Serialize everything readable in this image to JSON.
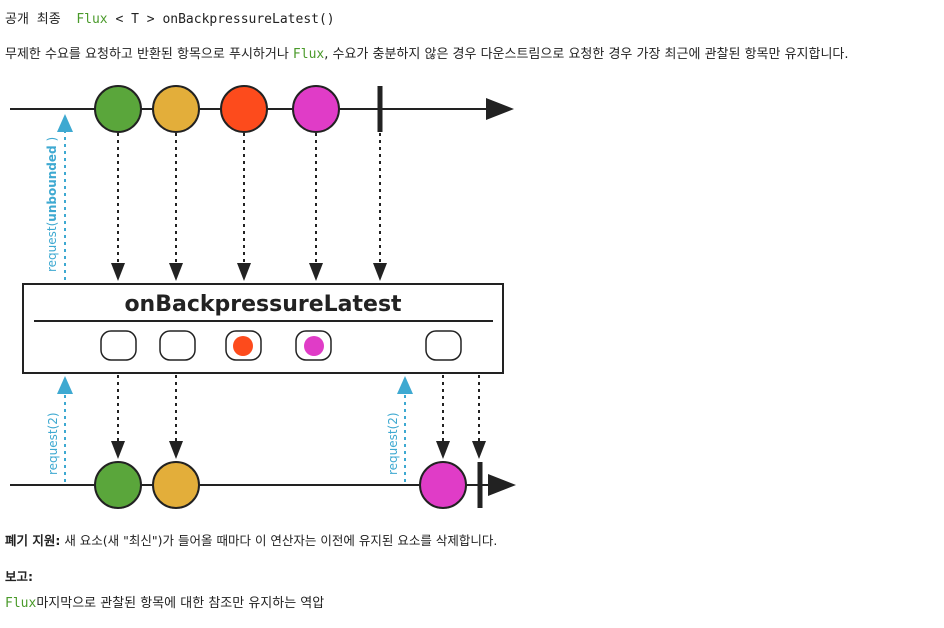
{
  "signature": {
    "prefix": "공개 최종",
    "type": "Flux",
    "generic": " < T > ",
    "method": "onBackpressureLatest()"
  },
  "description": {
    "part1": "무제한 수요를 요청하고 반환된 항목으로 푸시하거나 ",
    "type": "Flux",
    "part2": ", 수요가 충분하지 않은 경우 다운스트림으로 요청한 경우 가장 최근에 관찰된 항목만 유지합니다."
  },
  "diagram": {
    "operator_label": "onBackpressureLatest",
    "request_unbounded_prefix": "request(",
    "request_unbounded_bold": "unbounded",
    "request_unbounded_suffix": " )",
    "request_2_first": "request(2)",
    "request_2_second": "request(2)",
    "colors": {
      "green": "#5aa63b",
      "orange": "#e3ae3a",
      "red": "#fd4b1c",
      "magenta": "#e03cc7",
      "request": "#3ea9d1"
    }
  },
  "drop_support": {
    "label": "폐기 지원:",
    "text": " 새 요소(새 \"최신\")가 들어올 때마다 이 연산자는 이전에 유지된 요소를 삭제합니다."
  },
  "returns": {
    "heading": "보고:",
    "type": "Flux",
    "text": "마지막으로 관찰된 항목에 대한 참조만 유지하는 역압"
  }
}
